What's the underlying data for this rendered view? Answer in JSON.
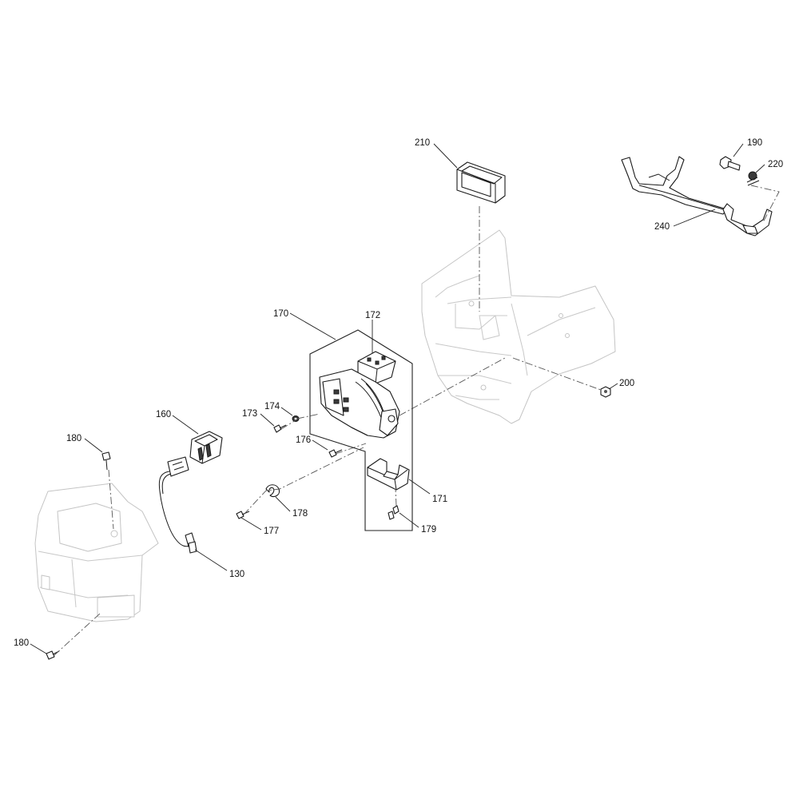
{
  "callouts": {
    "c210": "210",
    "c190": "190",
    "c220": "220",
    "c240": "240",
    "c170": "170",
    "c172": "172",
    "c200": "200",
    "c160": "160",
    "c174": "174",
    "c173": "173",
    "c180a": "180",
    "c176": "176",
    "c171": "171",
    "c178": "178",
    "c177": "177",
    "c179": "179",
    "c130": "130",
    "c180b": "180"
  },
  "colors": {
    "line": "#1a1a1a",
    "ghost": "#c4c4c4",
    "background": "#ffffff"
  }
}
